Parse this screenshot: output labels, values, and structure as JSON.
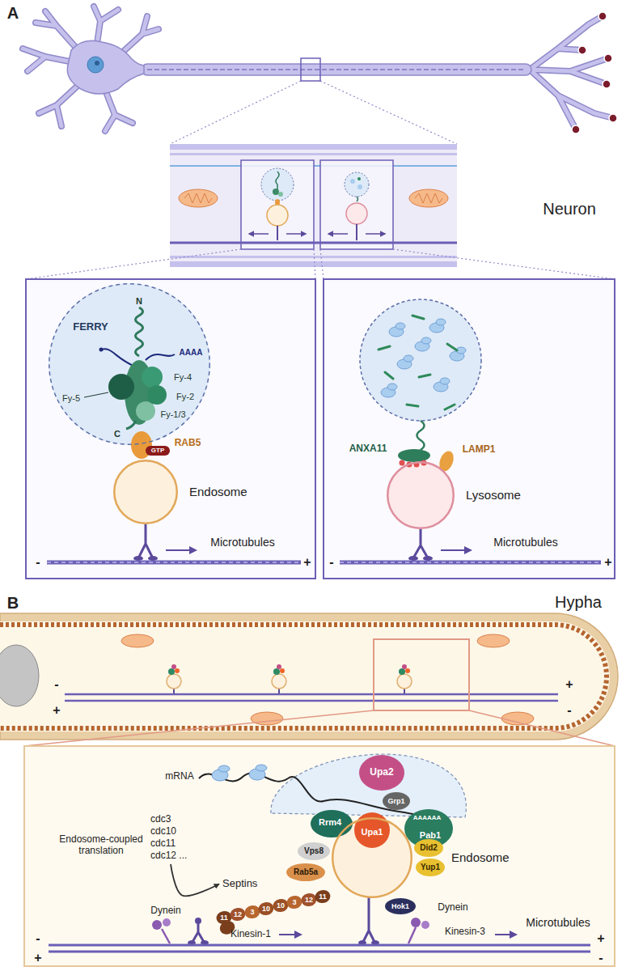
{
  "diagram": {
    "nodes": [
      {
        "text": [
          "FERRY"
        ]
      },
      {
        "text": [
          "Endosome"
        ]
      },
      {
        "text": [
          "Lysosome"
        ]
      },
      {
        "text": [
          "Endosome"
        ]
      },
      {
        "text": [
          "cdc3 cdc10 cdc11 cdc12 ..."
        ]
      },
      {
        "text": [
          "Septins"
        ]
      }
    ],
    "edges": [
      {
        "from": 4,
        "to": 5,
        "arrow": "to"
      }
    ],
    "labels": [
      "A",
      "Neuron",
      "N",
      "AAAA",
      "Fy-5",
      "Fy-4",
      "Fy-2",
      "Fy-1/3",
      "C",
      "RAB5",
      "GTP",
      "-",
      "Microtubules",
      "+",
      "ANXA11",
      "LAMP1",
      "-",
      "Microtubules",
      "+",
      "B",
      "Hypha",
      "-",
      "+",
      "+",
      "-",
      "mRNA",
      "Upa2",
      "Grp1",
      "Rrm4",
      "Upa1",
      "Pab1",
      "AAAAAA",
      "Vps8",
      "Rab5a",
      "Did2",
      "Yup1",
      "Endosome-coupled translation",
      "11",
      "12",
      "3",
      "10",
      "10",
      "3",
      "12",
      "11",
      "Hok1",
      "Dynein",
      "Kinesin-1",
      "Dynein",
      "Kinesin-3",
      "-",
      "+",
      "+",
      "-",
      "Microtubules"
    ]
  }
}
